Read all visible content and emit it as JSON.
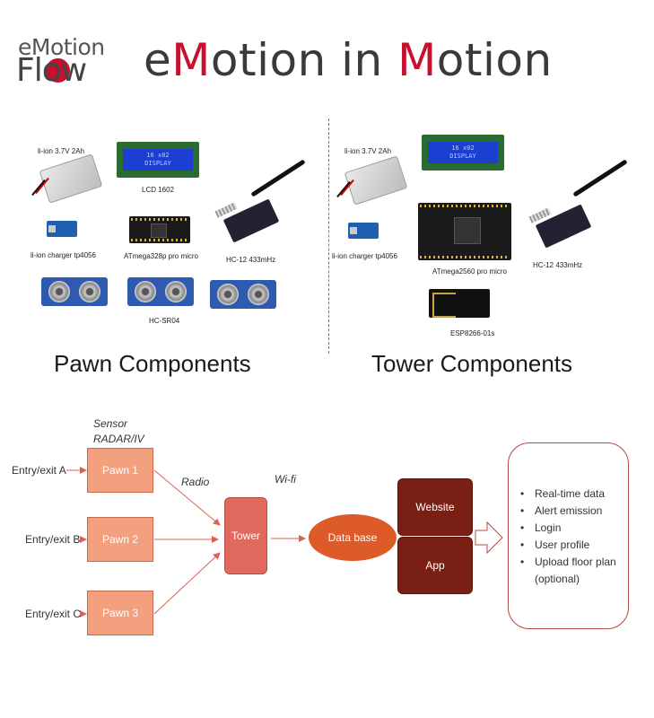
{
  "logo": {
    "line1": "eMotion",
    "line2": "Flow"
  },
  "title": {
    "part1": "e",
    "part2": "M",
    "part3": "otion in ",
    "part4": "M",
    "part5": "otion"
  },
  "pawn": {
    "heading": "Pawn Components",
    "labels": {
      "battery": "li-ion 3.7V 2Ah",
      "lcd": "LCD 1602",
      "charger": "li-ion charger tp4056",
      "mcu": "ATmega328p pro micro",
      "radio": "HC-12 433mHz",
      "sensor": "HC-SR04"
    }
  },
  "tower": {
    "heading": "Tower Components",
    "labels": {
      "battery": "li-ion 3.7V 2Ah",
      "charger": "li-ion charger tp4056",
      "mcu": "ATmega2560 pro micro",
      "radio": "HC-12 433mHz",
      "wifi": "ESP8266-01s"
    }
  },
  "lcd_text": {
    "line1": "16 x02",
    "line2": "DISPLAY"
  },
  "diagram": {
    "sensor_label": "Sensor",
    "sensor_type": "RADAR/IV",
    "radio_label": "Radio",
    "wifi_label": "Wi-fi",
    "entries": [
      "Entry/exit A",
      "Entry/exit B",
      "Entry/exit C"
    ],
    "pawns": [
      "Pawn 1",
      "Pawn 2",
      "Pawn 3"
    ],
    "tower": "Tower",
    "database": "Data base",
    "website": "Website",
    "app": "App",
    "features": [
      "Real-time data",
      "Alert emission",
      "Login",
      "User profile",
      "Upload floor plan (optional)"
    ]
  },
  "colors": {
    "brand_red": "#c8102e",
    "pawn_fill": "#f3a07f",
    "tower_fill": "#e06a5e",
    "db_fill": "#dd5a29",
    "service_fill": "#7a1f14",
    "arrow": "#d9634f"
  }
}
